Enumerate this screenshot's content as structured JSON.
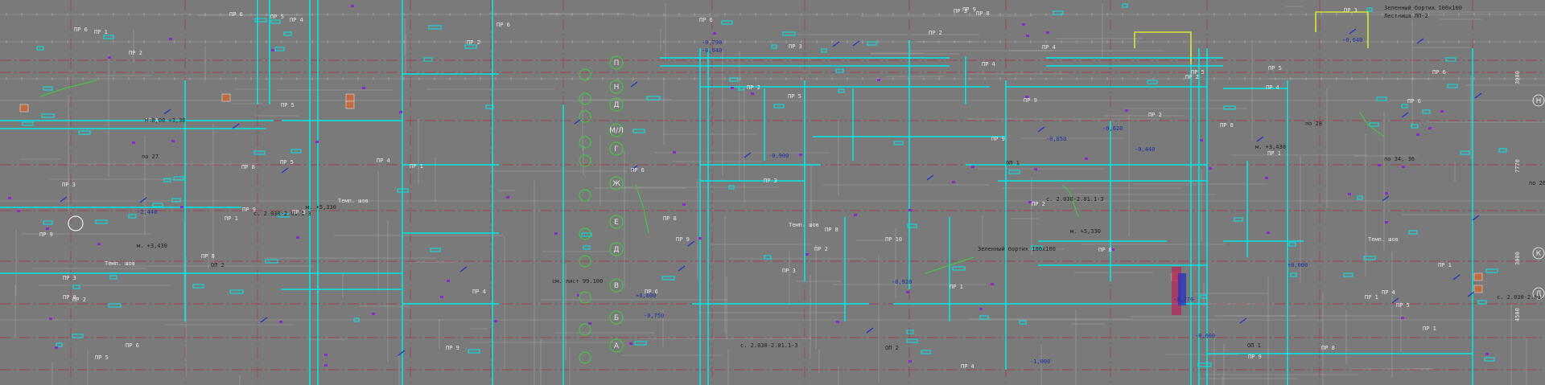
{
  "drawing": {
    "title_block": "Лестница ЛП-2",
    "grid_axes_left": [
      "П",
      "Н",
      "Д",
      "М/Л",
      "Г",
      "Ж",
      "Е",
      "Д",
      "В",
      "Б",
      "А"
    ],
    "grid_axes_right": [
      "Н",
      "К",
      "Д"
    ],
    "labels": [
      "ПР 1",
      "ПР 2",
      "ПР 3",
      "ПР 4",
      "ПР 5",
      "ПР 6",
      "ПР 8",
      "ПР 9",
      "ПР 10",
      "Темп. шов",
      "Темп. шов",
      "Темп. шов",
      "Темп. шов",
      "по 26",
      "по 27",
      "по 28",
      "по 34, 36",
      "с. 2.030-2.01.1-3",
      "с. 2.030-2.01.1-3",
      "с. 2.030-2.01.1-3",
      "с. 2.030-2.01.1-3",
      "ОП 1",
      "ОП 2",
      "ОП 2",
      "ОП 1",
      "м. +3,430",
      "м. +3,430",
      "м. +5,330",
      "м. +5,330",
      "-0,850",
      "-0,790",
      "-0,640",
      "-0,620",
      "-0,440",
      "-0,600",
      "-0,770",
      "-0,750",
      "-0,900",
      "-0,920",
      "-1,000",
      "+0,000",
      "+0,000",
      "-0,040",
      "-2,440",
      "Зеленный бортик 100х100",
      "Зеленный бортик 100х100",
      "Лестница ЛП-2",
      "см. лист 99.100",
      "Н=0,00 +3,30"
    ],
    "dims_right": [
      "3000",
      "7770",
      "3000",
      "4500"
    ]
  },
  "colors": {
    "background": "#7a7a7a",
    "wall": "#00e8e8",
    "thin": "#c6c6c6",
    "axis": "#a33a4a",
    "magenta": "#8a2bd0",
    "green": "#3fcf3f",
    "yellow": "#d8e43a",
    "blue": "#2030c8",
    "red": "#d83030",
    "orange": "#c06a40"
  }
}
